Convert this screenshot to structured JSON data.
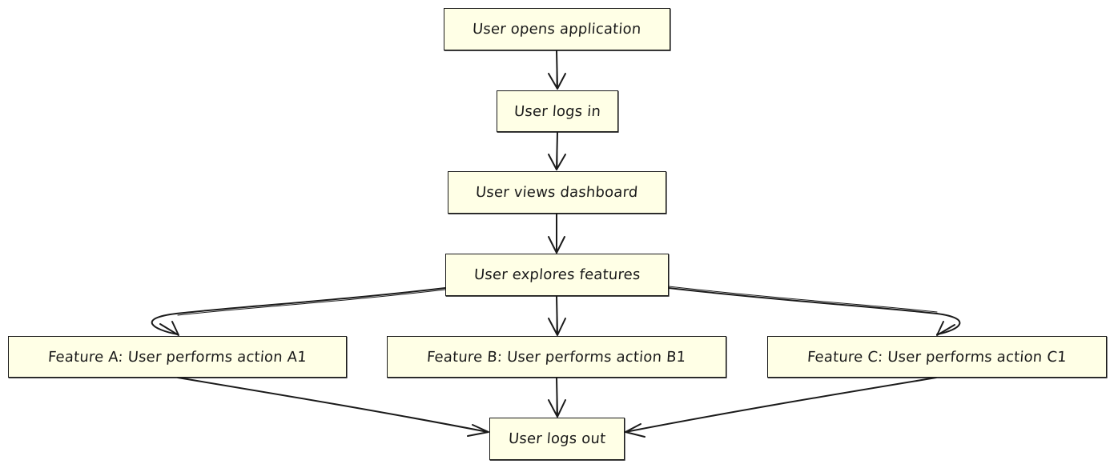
{
  "diagram": {
    "type": "flowchart",
    "colors": {
      "node_fill": "#ffffe6",
      "stroke": "#1a1a1a",
      "background": "#ffffff"
    },
    "nodes": [
      {
        "id": "open",
        "label": "User opens application"
      },
      {
        "id": "login",
        "label": "User logs in"
      },
      {
        "id": "dashboard",
        "label": "User views dashboard"
      },
      {
        "id": "explore",
        "label": "User explores features"
      },
      {
        "id": "feature_a",
        "label": "Feature A: User performs action A1"
      },
      {
        "id": "feature_b",
        "label": "Feature B: User performs action B1"
      },
      {
        "id": "feature_c",
        "label": "Feature C: User performs action C1"
      },
      {
        "id": "logout",
        "label": "User logs out"
      }
    ],
    "edges": [
      {
        "from": "open",
        "to": "login"
      },
      {
        "from": "login",
        "to": "dashboard"
      },
      {
        "from": "dashboard",
        "to": "explore"
      },
      {
        "from": "explore",
        "to": "feature_a"
      },
      {
        "from": "explore",
        "to": "feature_b"
      },
      {
        "from": "explore",
        "to": "feature_c"
      },
      {
        "from": "feature_a",
        "to": "logout"
      },
      {
        "from": "feature_b",
        "to": "logout"
      },
      {
        "from": "feature_c",
        "to": "logout"
      }
    ]
  }
}
